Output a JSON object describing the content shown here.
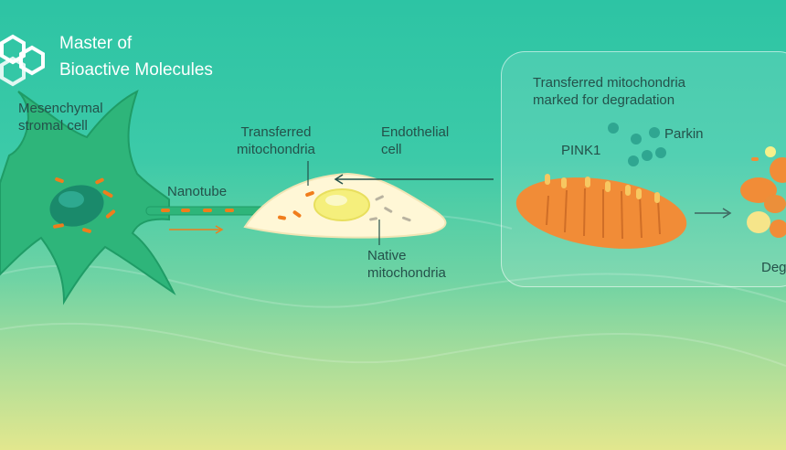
{
  "brand": {
    "text": "Master of\nBioactive Molecules",
    "icon": "hexagon-molecule-logo"
  },
  "labels": {
    "msc": "Mesenchymal\nstromal cell",
    "nanotube": "Nanotube",
    "transferred": "Transferred\nmitochondria",
    "endothelial": "Endothelial\ncell",
    "native": "Native\nmitochondria",
    "panel_title": "Transferred mitochondria\nmarked for degradation",
    "pink1": "PINK1",
    "parkin": "Parkin",
    "degradation_partial": "Deg"
  },
  "colors": {
    "background_top": "#2dc4a4",
    "background_bottom": "#e2e78e",
    "msc_cell": "#2eb57a",
    "mitochondria_orange": "#f07d1c",
    "endothelial_cell": "#fff7d6",
    "nucleus_yellow": "#f5ef7c",
    "protein_teal": "#139a82",
    "text": "#24514a"
  }
}
